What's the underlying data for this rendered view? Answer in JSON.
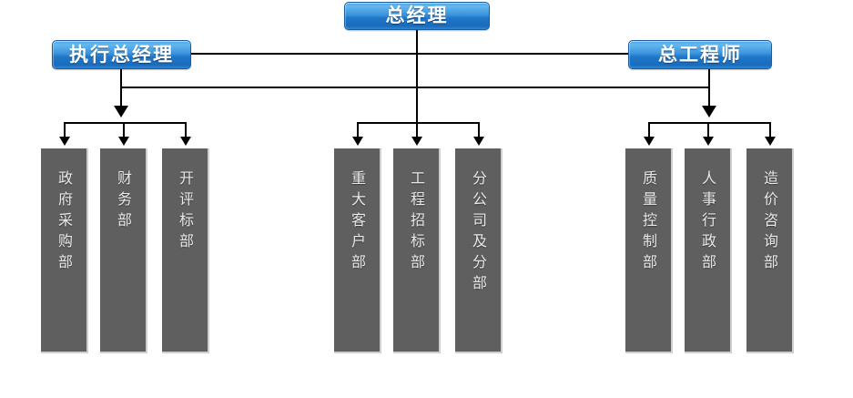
{
  "chart": {
    "title": "",
    "type": "organization-chart"
  },
  "executives": [
    {
      "id": "gm",
      "label": "总经理",
      "role": "top"
    },
    {
      "id": "egm",
      "label": "执行总经理",
      "role": "left"
    },
    {
      "id": "ce",
      "label": "总工程师",
      "role": "right"
    }
  ],
  "groups": [
    {
      "id": "group-left",
      "parent": "执行总经理",
      "departments": [
        {
          "id": "dept-gov-procurement",
          "label": "政府采购部"
        },
        {
          "id": "dept-finance",
          "label": "财务部"
        },
        {
          "id": "dept-bid-evaluation",
          "label": "开评标部"
        }
      ]
    },
    {
      "id": "group-center",
      "parent": "总经理",
      "departments": [
        {
          "id": "dept-major-clients",
          "label": "重大客户部"
        },
        {
          "id": "dept-project-bidding",
          "label": "工程招标部"
        },
        {
          "id": "dept-branch-companies",
          "label": "分公司及分部"
        }
      ]
    },
    {
      "id": "group-right",
      "parent": "总工程师",
      "departments": [
        {
          "id": "dept-quality-control",
          "label": "质量控制部"
        },
        {
          "id": "dept-hr-admin",
          "label": "人事行政部"
        },
        {
          "id": "dept-cost-consulting",
          "label": "造价咨询部"
        }
      ]
    }
  ],
  "colors": {
    "executive_box_top": "#64b7ee",
    "executive_box_bottom": "#1a6cbd",
    "executive_border": "#1a5c9e",
    "executive_text": "#ffffff",
    "department_fill": "#5f5f5f",
    "department_text": "#e8e8e8",
    "department_shadow": "#cfcfcf",
    "connector": "#000000",
    "background": "#ffffff"
  }
}
